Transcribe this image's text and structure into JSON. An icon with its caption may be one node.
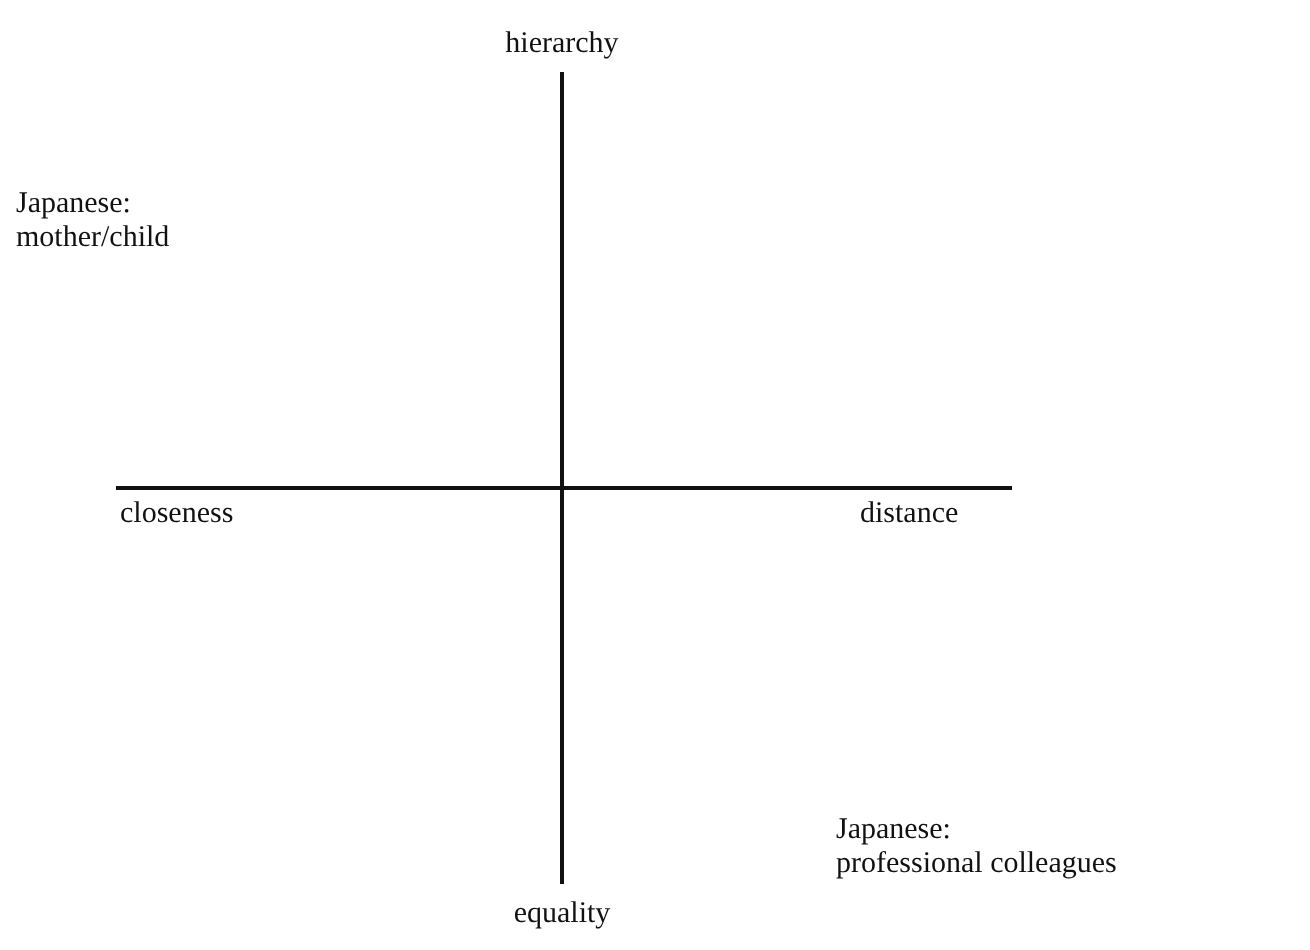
{
  "diagram": {
    "labels": [
      "hierarchy",
      "Japanese: mother/child",
      "closeness",
      "distance",
      "Japanese: professional colleagues",
      "equality"
    ]
  }
}
